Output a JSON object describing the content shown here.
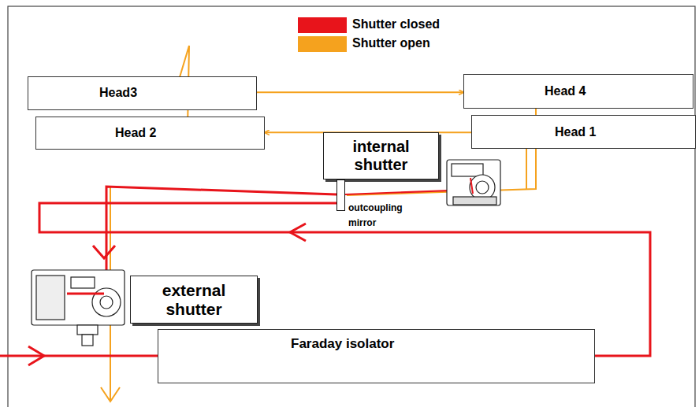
{
  "diagram": {
    "nodes": [
      {
        "text": [
          "Head3"
        ]
      },
      {
        "text": [
          "Head 4"
        ]
      },
      {
        "text": [
          "Head 2"
        ]
      },
      {
        "text": [
          "Head 1"
        ]
      },
      {
        "text": [
          "internal shutter"
        ]
      },
      {
        "text": [
          "outcoupling mirror"
        ]
      },
      {
        "text": [
          "external shutter"
        ]
      },
      {
        "text": [
          "Faraday isolator"
        ]
      }
    ],
    "edges": [
      {
        "from": 0,
        "to": 1,
        "arrow": "to"
      },
      {
        "from": 3,
        "to": 2,
        "arrow": "to"
      }
    ],
    "legend": [
      {
        "text": "Shutter closed",
        "color": "#e8141b"
      },
      {
        "text": "Shutter open",
        "color": "#f5a21e"
      }
    ]
  }
}
